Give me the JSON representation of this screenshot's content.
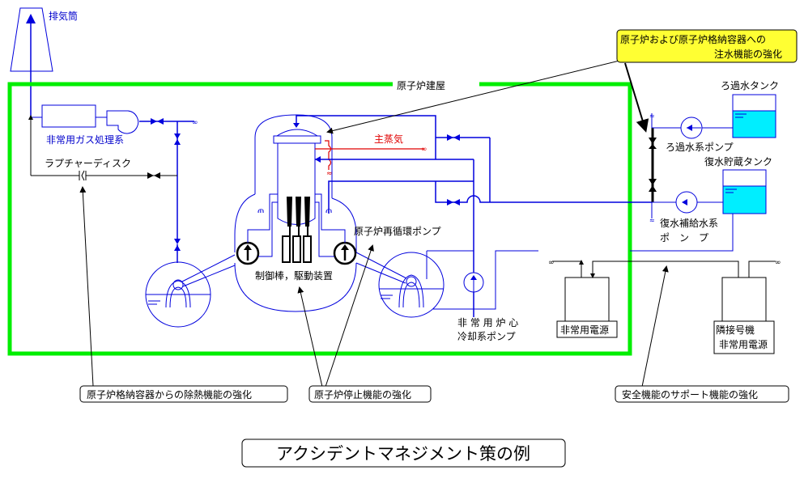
{
  "diagram": {
    "title": "アクシデントマネジメント策の例",
    "building_label": "原子炉建屋",
    "colors": {
      "building_outline": "#00ee00",
      "piping": "#0000dd",
      "steam": "#e00000",
      "callout_fill": "#ffff33",
      "water": "#00eeff"
    },
    "components": {
      "stack": "排気筒",
      "gas_treatment": "非常用ガス処理系",
      "rupture_disk": "ラプチャーディスク",
      "main_steam": "主蒸気",
      "recirc_pump": "原子炉再循環ポンプ",
      "control_rod": "制御棒，駆動装置",
      "eccs_pump_line1": "非 常 用 炉 心",
      "eccs_pump_line2": "冷却系ポンプ",
      "filtered_water_tank": "ろ過水タンク",
      "filtered_water_pump": "ろ過水系ポンプ",
      "condensate_tank": "復水貯蔵タンク",
      "makeup_pump_line1": "復水補給水系",
      "makeup_pump_line2": "ポ　ン　プ",
      "emergency_power": "非常用電源",
      "adjacent_power_line1": "隣接号機",
      "adjacent_power_line2": "非常用電源"
    },
    "callouts": {
      "water_injection_line1": "原子炉および原子炉格納容器への",
      "water_injection_line2": "注水機能の強化",
      "heat_removal": "原子炉格納容器からの除熱機能の強化",
      "shutdown": "原子炉停止機能の強化",
      "support": "安全機能のサポート機能の強化"
    }
  }
}
